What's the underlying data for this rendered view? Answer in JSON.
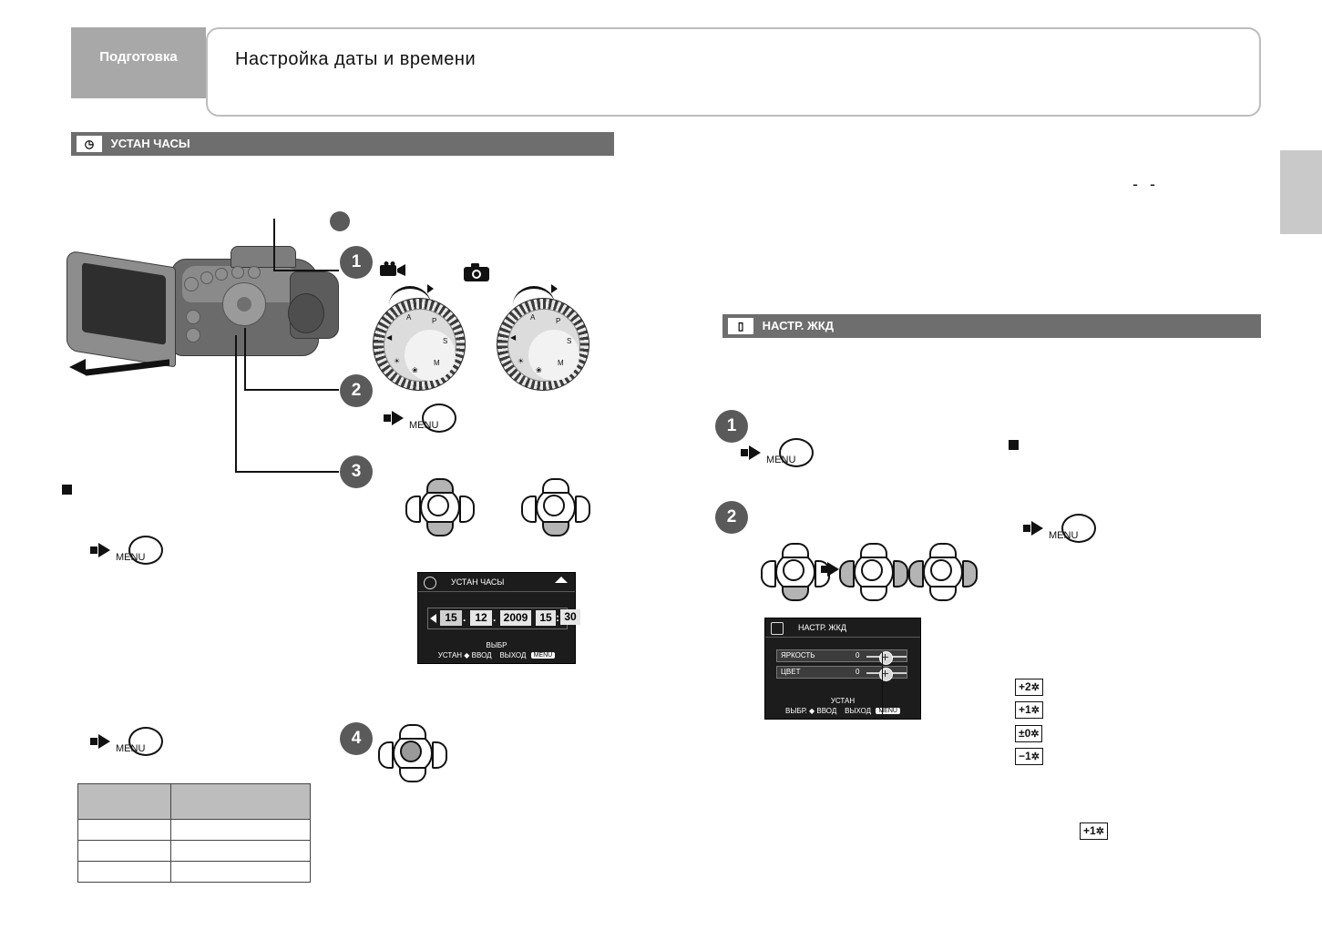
{
  "header": {
    "tab_line1": "Подготовка",
    "tab_line2": "",
    "title": "Настройка даты и времени",
    "subtitle": ""
  },
  "side_tab": {
    "label": ""
  },
  "sections": {
    "clock": {
      "icon": "clock-icon",
      "title": "УСТАН ЧАСЫ"
    },
    "lcd": {
      "icon": "lcd-icon",
      "title": "НАСТР. ЖКД"
    }
  },
  "steps": {
    "s1": "1",
    "s2": "2",
    "s3": "3",
    "s4": "4",
    "lcd1": "1",
    "lcd2": "2"
  },
  "dials": {
    "movie_icon": "movie-camera-icon",
    "photo_icon": "still-camera-icon",
    "marks": [
      "A",
      "P",
      "S",
      "M"
    ]
  },
  "menu_button": {
    "label": "MENU"
  },
  "clock_osd": {
    "title": "УСТАН ЧАСЫ",
    "home_icon": "home-icon",
    "day": "15",
    "month": "12",
    "year": "2009",
    "hour": "15",
    "minute": "30",
    "sep_date": ".",
    "sep_time": ":",
    "foot_line1": "ВЫБР",
    "foot_line2_left": "УСТАН",
    "foot_line2_mid": "ВВОД",
    "foot_line2_right": "ВЫХОД",
    "foot_chip": "MENU"
  },
  "lcd_osd": {
    "title": "НАСТР. ЖКД",
    "rows": [
      {
        "label": "ЯРКОСТЬ",
        "value": "0"
      },
      {
        "label": "ЦВЕТ",
        "value": "0"
      }
    ],
    "foot_line1": "УСТАН",
    "foot_line2_left": "ВЫБР.",
    "foot_line2_mid": "ВВОД",
    "foot_line2_right": "ВЫХОД",
    "foot_chip": "MENU"
  },
  "brightness_chips": [
    {
      "value": "+2",
      "icon": "sun-icon"
    },
    {
      "value": "+1",
      "icon": "sun-icon"
    },
    {
      "value": "±0",
      "icon": "sun-icon"
    },
    {
      "value": "−1",
      "icon": "sun-icon"
    }
  ],
  "brightness_chip_inline": {
    "value": "+1",
    "icon": "sun-icon"
  },
  "table": {
    "headers": [
      "",
      ""
    ],
    "rows": [
      [
        "",
        ""
      ],
      [
        "",
        ""
      ],
      [
        "",
        ""
      ]
    ]
  },
  "dash_mark": "- -",
  "markers": {
    "square_left": "■",
    "square_right": "■"
  }
}
